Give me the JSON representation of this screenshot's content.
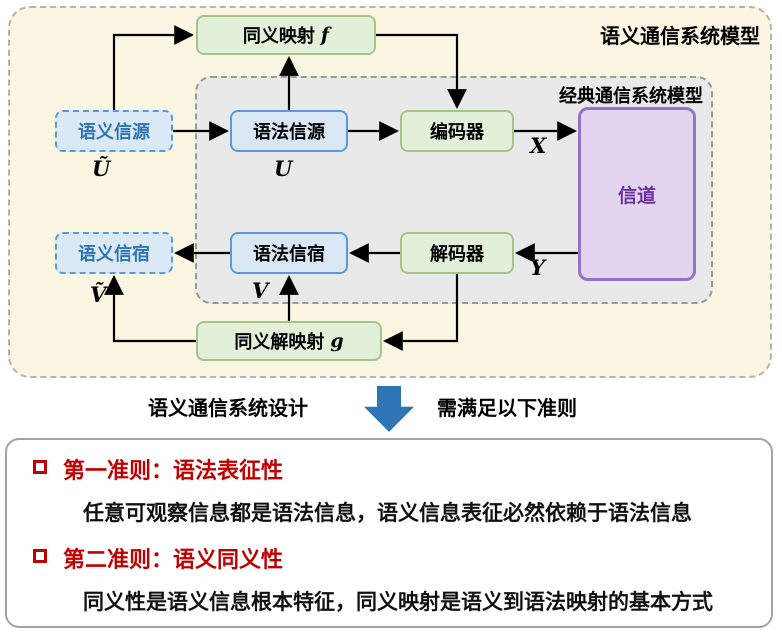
{
  "diagram": {
    "title": "语义通信系统模型",
    "classic_box_title": "经典通信系统模型",
    "nodes": {
      "synonymous_mapping": {
        "label": "同义映射",
        "symbol": "f"
      },
      "semantic_source": {
        "label": "语义信源"
      },
      "syntactic_source": {
        "label": "语法信源"
      },
      "encoder": {
        "label": "编码器"
      },
      "channel": {
        "label": "信道"
      },
      "decoder": {
        "label": "解码器"
      },
      "syntactic_sink": {
        "label": "语法信宿"
      },
      "semantic_sink": {
        "label": "语义信宿"
      },
      "synonymous_demapping": {
        "label": "同义解映射",
        "symbol": "g"
      }
    },
    "math_labels": {
      "semantic_source_var": "Ũ",
      "syntactic_source_var": "U",
      "encoder_output_var": "X",
      "decoder_input_var": "Y",
      "syntactic_sink_var": "V",
      "semantic_sink_var": "Ṽ"
    }
  },
  "middle": {
    "design_label": "语义通信系统设计",
    "criteria_label": "需满足以下准则"
  },
  "rules_panel": {
    "rules": [
      {
        "title": "第一准则：语法表征性",
        "body": "任意可观察信息都是语法信息，语义信息表征必然依赖于语法信息"
      },
      {
        "title": "第二准则：语义同义性",
        "body": "同义性是语义信息根本特征，同义映射是语义到语法映射的基本方式"
      }
    ]
  },
  "colors": {
    "accent_blue": "#2e75b6",
    "rule_red": "#c00000",
    "cream_background": "#fbf6e2",
    "blue_box_fill": "#d9e7f5",
    "green_box_fill": "#e2efd9",
    "channel_fill": "#e3d5f0",
    "channel_text": "#7030a0"
  }
}
